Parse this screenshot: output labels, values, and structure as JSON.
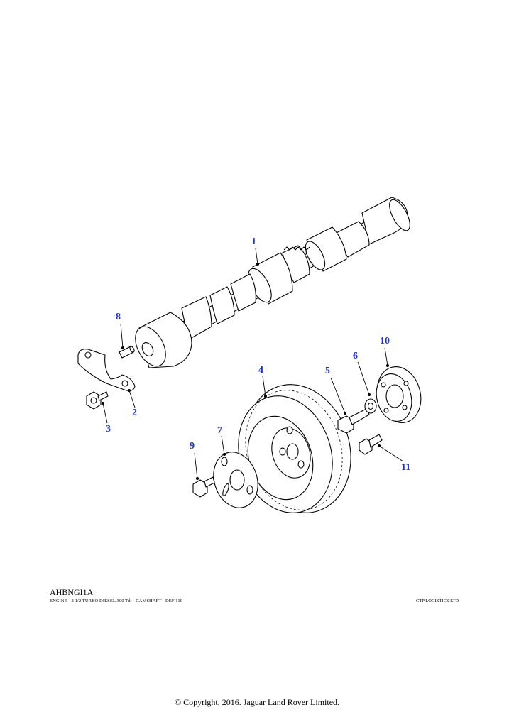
{
  "callouts": [
    "1",
    "2",
    "3",
    "4",
    "5",
    "6",
    "7",
    "8",
    "9",
    "10",
    "11"
  ],
  "footer": {
    "ref_code": "AHBNGI1A",
    "caption": "ENGINE - 2 1/2 TURBO DIESEL 300 Tdi - CAMSHAFT - DEF 110",
    "supplier": "CTP LOGISTICS LTD",
    "copyright": "© Copyright, 2016. Jaguar Land Rover Limited."
  },
  "colors": {
    "callout": "#1a2fd6",
    "line": "#000000"
  }
}
